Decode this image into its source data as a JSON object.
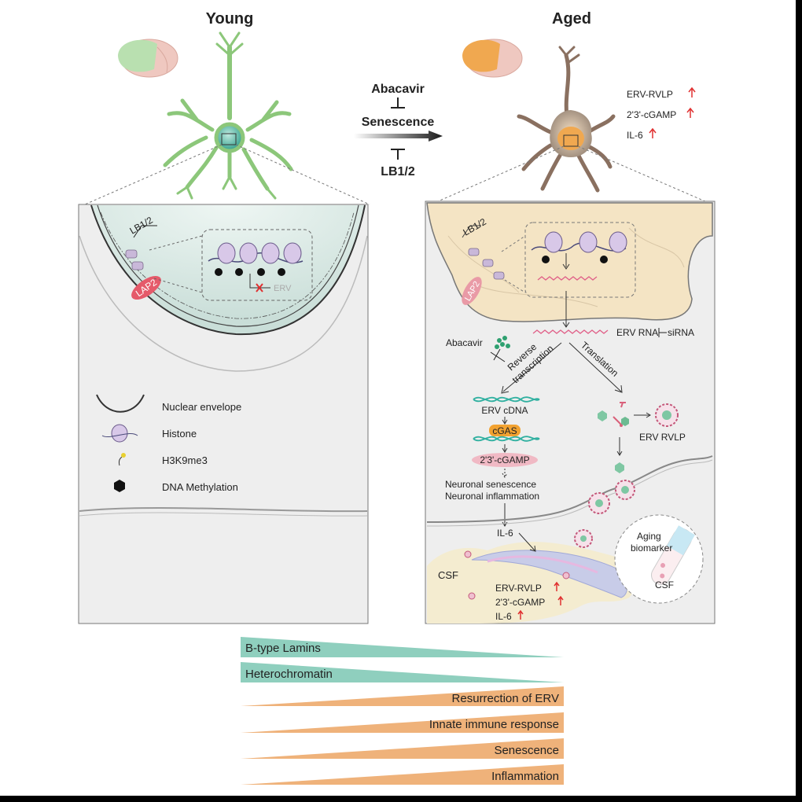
{
  "titles": {
    "young": "Young",
    "aged": "Aged"
  },
  "center": {
    "drug": "Abacavir",
    "process": "Senescence",
    "lamins": "LB1/2"
  },
  "aged_markers": [
    "ERV-RVLP",
    "2'3'-cGAMP",
    "IL-6"
  ],
  "young_panel": {
    "lamin_label": "LB1/2",
    "lap2_label": "LAP2",
    "erv_label": "ERV"
  },
  "legend": [
    {
      "icon": "nuclear-envelope-icon",
      "label": "Nuclear envelope"
    },
    {
      "icon": "histone-icon",
      "label": "Histone"
    },
    {
      "icon": "h3k9me3-icon",
      "label": "H3K9me3"
    },
    {
      "icon": "dna-methylation-icon",
      "label": "DNA Methylation"
    }
  ],
  "aged_panel": {
    "lamin_label": "LB1/2",
    "lap2_label": "LAP2",
    "erv_rna": "ERV RNA",
    "sirna": "siRNA",
    "abacavir": "Abacavir",
    "rt_line1": "Reverse",
    "rt_line2": "transcription",
    "translation": "Translation",
    "erv_cdna": "ERV cDNA",
    "cgas": "cGAS",
    "cgamp": "2'3'-cGAMP",
    "senescence": "Neuronal senescence",
    "inflammation": "Neuronal inflammation",
    "il6": "IL-6",
    "erv_rvlp": "ERV RVLP",
    "csf": "CSF",
    "csf_markers": [
      "ERV-RVLP",
      "2'3'-cGAMP",
      "IL-6"
    ],
    "biomarker_line1": "Aging",
    "biomarker_line2": "biomarker",
    "tube_label": "CSF"
  },
  "gradients": {
    "decreasing": [
      "B-type Lamins",
      "Heterochromatin"
    ],
    "increasing": [
      "Resurrection of ERV",
      "Innate immune response",
      "Senescence",
      "Inflammation"
    ]
  },
  "colors": {
    "teal": "#8fcfbe",
    "orange": "#efb27a",
    "neuron_green": "#8cc77a",
    "red_arrow": "#e03030",
    "lap2": "#e55a6a",
    "cgas": "#f2a230",
    "cgamp": "#f0b9c4"
  }
}
